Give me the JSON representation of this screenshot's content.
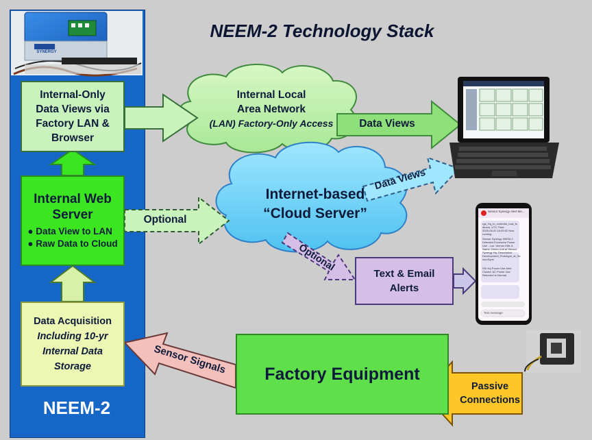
{
  "title": "NEEM-2 Technology Stack",
  "neem_label": "NEEM-2",
  "boxes": {
    "internal_views": [
      "Internal-Only",
      "Data Views via",
      "Factory LAN &",
      "Browser"
    ],
    "web_server_title": [
      "Internal Web",
      "Server"
    ],
    "web_server_bullets": [
      "● Data View to LAN",
      "● Raw Data to Cloud"
    ],
    "acquisition": [
      "Data Acquisition",
      "Including 10-yr",
      "Internal Data",
      "Storage"
    ],
    "factory": "Factory Equipment",
    "alerts": [
      "Text & Email",
      "Alerts"
    ]
  },
  "clouds": {
    "lan": [
      "Internal Local",
      "Area Network",
      "(LAN) Factory-Only Access"
    ],
    "internet": [
      "Internet-based",
      "“Cloud Server”"
    ]
  },
  "arrows": {
    "data_views_lan": "Data Views",
    "data_views_cloud": "Data Views",
    "optional_cloud": "Optional",
    "optional_alerts": "Optional",
    "sensor_signals": "Sensor Signals",
    "passive": [
      "Passive",
      "Connections"
    ]
  },
  "device_text": {
    "hardware_brand": [
      "SENSOR",
      "SYNERGY"
    ],
    "phone_header": "Sensor Synergy Alert Me...",
    "phone_messages": [
      "rgs_Hq_to_conbotto_now_fs",
      "dturos, UTC Time:",
      "2025-06-02 16:09:02 Now",
      "running",
      "Sensor Synergy NEEM-2",
      "Detected Excessive Power",
      "Use - Loc: Vernon Hills IL",
      "Name: Demo Unit at Sensor",
      "Synergy Hq. Description:",
      "Development_Prototype_at_Se",
      "nsorSyne",
      "SSI Hq Power Use Alert",
      "Closed. AC Power Use",
      "Returned to Normal"
    ],
    "phone_input": "Text message"
  }
}
